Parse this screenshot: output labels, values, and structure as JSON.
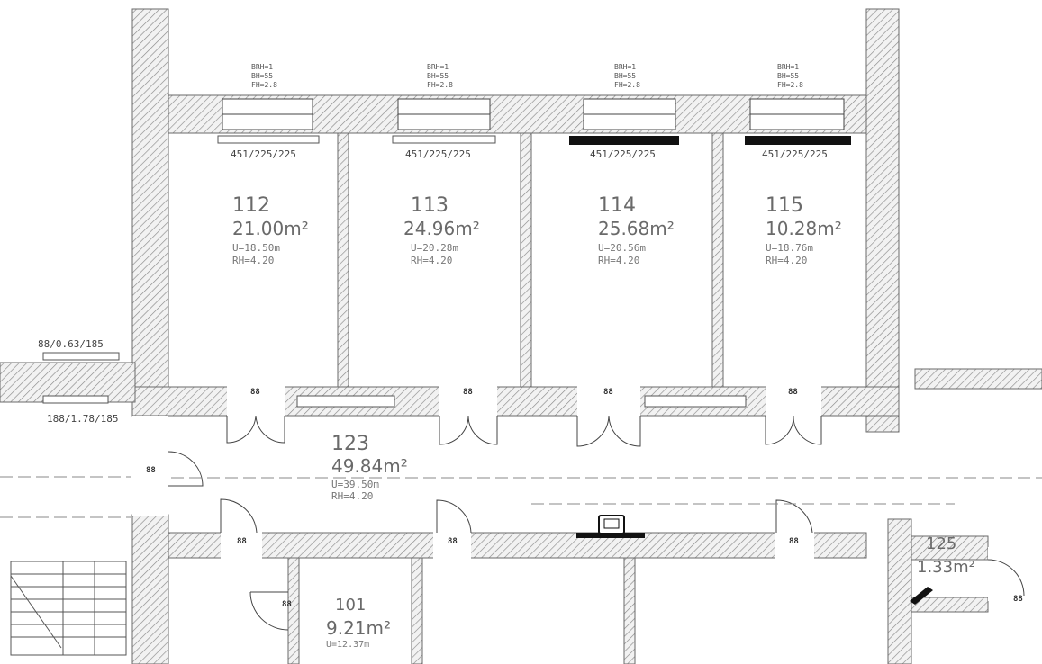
{
  "colors": {
    "wall_hatch": "#777777",
    "line": "#333333",
    "background": "#ffffff",
    "fill_black": "#111111"
  },
  "rooms": [
    {
      "number": "112",
      "area": "21.00m²",
      "perimeter": "U=18.50m",
      "height": "RH=4.20"
    },
    {
      "number": "113",
      "area": "24.96m²",
      "perimeter": "U=20.28m",
      "height": "RH=4.20"
    },
    {
      "number": "114",
      "area": "25.68m²",
      "perimeter": "U=20.56m",
      "height": "RH=4.20"
    },
    {
      "number": "115",
      "area": "10.28m²",
      "perimeter": "U=18.76m",
      "height": "RH=4.20"
    },
    {
      "number": "123",
      "area": "49.84m²",
      "perimeter": "U=39.50m",
      "height": "RH=4.20"
    },
    {
      "number": "101",
      "area": "9.21m²",
      "perimeter": "U=12.37m",
      "height": ""
    },
    {
      "number": "125",
      "area": "1.33m²",
      "perimeter": "",
      "height": ""
    }
  ],
  "windows": [
    {
      "label": "451/225/225",
      "note1": "BRH=1",
      "note2": "BH=55",
      "note3": "FH=2.8"
    },
    {
      "label": "451/225/225",
      "note1": "BRH=1",
      "note2": "BH=55",
      "note3": "FH=2.8"
    },
    {
      "label": "451/225/225",
      "note1": "BRH=1",
      "note2": "BH=55",
      "note3": "FH=2.8"
    },
    {
      "label": "451/225/225",
      "note1": "BRH=1",
      "note2": "BH=55",
      "note3": "FH=2.8"
    }
  ],
  "west_openings": {
    "upper": "88/0.63/185",
    "lower": "188/1.78/185"
  },
  "door_tag": "88"
}
